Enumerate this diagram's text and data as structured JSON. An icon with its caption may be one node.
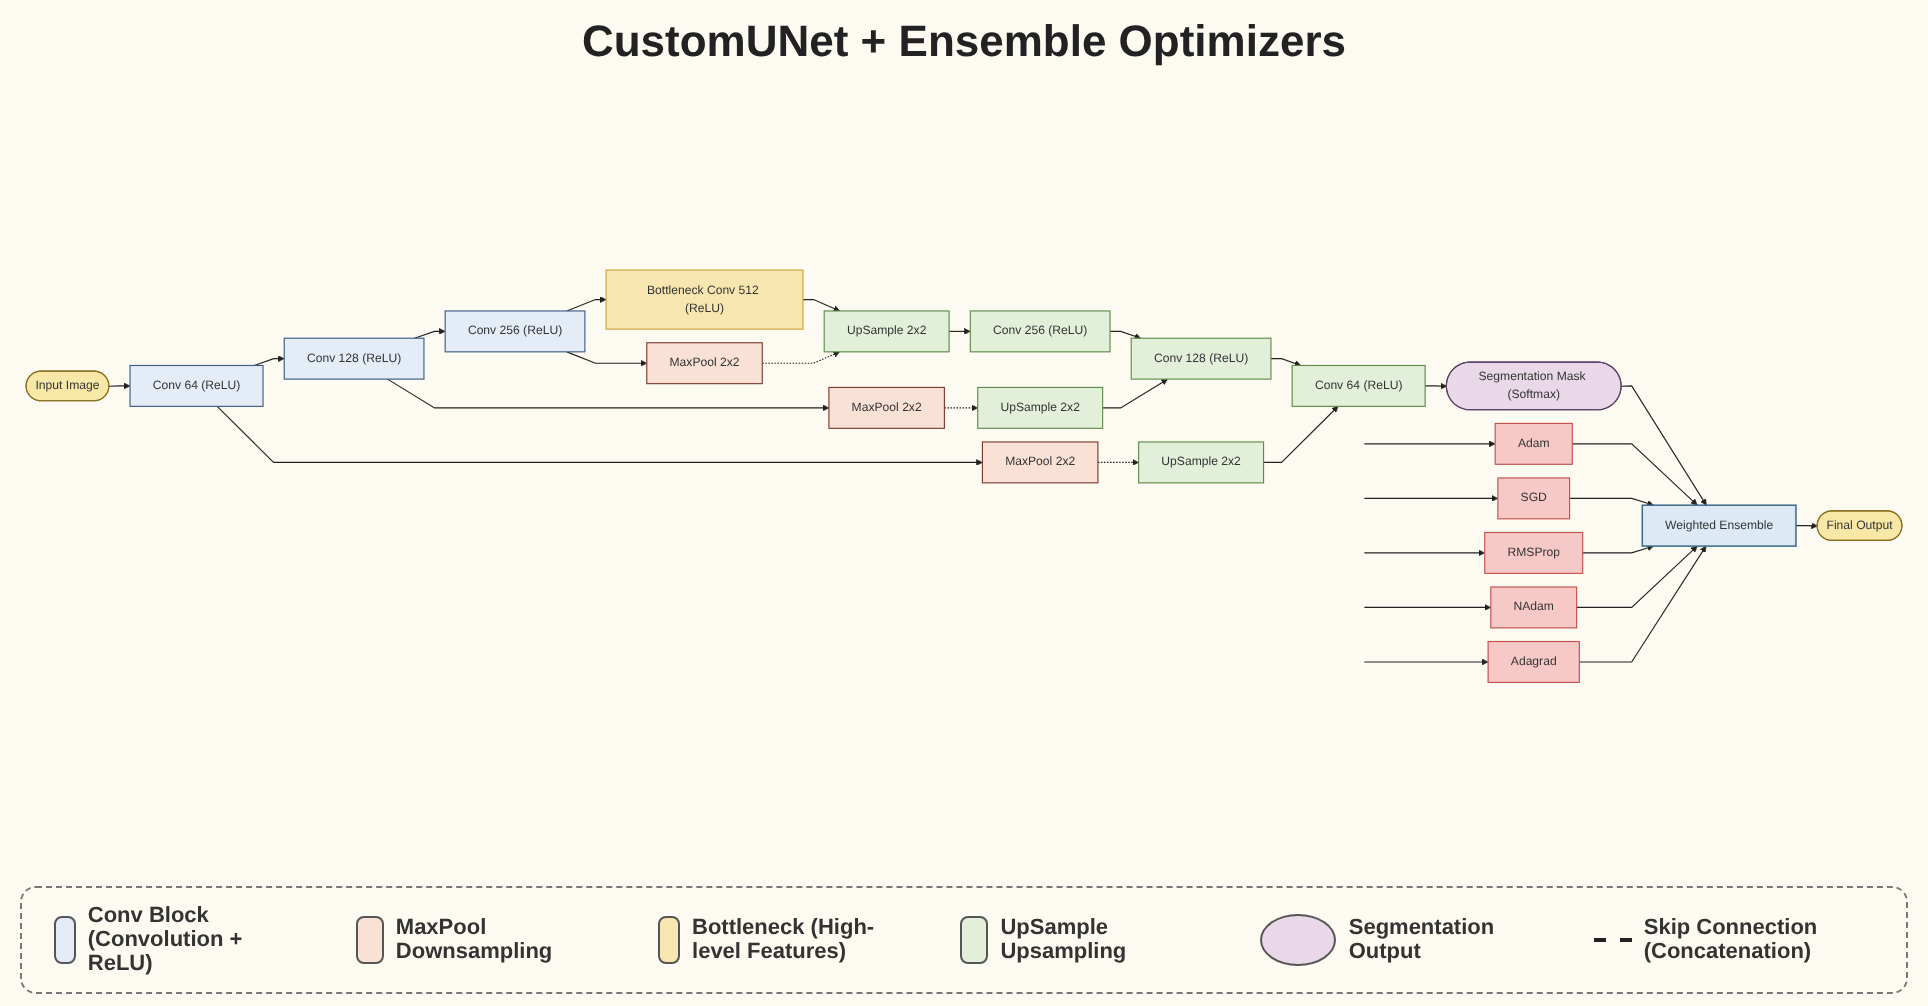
{
  "diagram": {
    "title": "CustomUNet + Ensemble Optimizers",
    "nodes": [
      {
        "text": [
          "Input Image"
        ]
      },
      {
        "text": [
          "Conv 64 (ReLU)"
        ]
      },
      {
        "text": [
          "MaxPool 2x2"
        ]
      },
      {
        "text": [
          "Conv 128 (ReLU)"
        ]
      },
      {
        "text": [
          "MaxPool 2x2"
        ]
      },
      {
        "text": [
          "Conv 256 (ReLU)"
        ]
      },
      {
        "text": [
          "MaxPool 2x2"
        ]
      },
      {
        "text": [
          "Bottleneck Conv 512 (ReLU)"
        ]
      },
      {
        "text": [
          "UpSample 2x2"
        ]
      },
      {
        "text": [
          "Conv 256 (ReLU)"
        ]
      },
      {
        "text": [
          "UpSample 2x2"
        ]
      },
      {
        "text": [
          "Conv 128 (ReLU)"
        ]
      },
      {
        "text": [
          "UpSample 2x2"
        ]
      },
      {
        "text": [
          "Conv 64 (ReLU)"
        ]
      },
      {
        "text": [
          "Segmentation Mask (Softmax)"
        ]
      },
      {
        "text": [
          "Adam"
        ]
      },
      {
        "text": [
          "SGD"
        ]
      },
      {
        "text": [
          "RMSProp"
        ]
      },
      {
        "text": [
          "NAdam"
        ]
      },
      {
        "text": [
          "Adagrad"
        ]
      },
      {
        "text": [
          "Weighted Ensemble"
        ]
      },
      {
        "text": [
          "Final Output"
        ]
      }
    ],
    "edges": [
      {
        "from": 0,
        "to": 1,
        "arrow": "to"
      },
      {
        "from": 1,
        "to": 2,
        "arrow": "to"
      },
      {
        "from": 1,
        "to": 3,
        "arrow": "to"
      },
      {
        "from": 3,
        "to": 4,
        "arrow": "to"
      },
      {
        "from": 3,
        "to": 5,
        "arrow": "to"
      },
      {
        "from": 5,
        "to": 6,
        "arrow": "to"
      },
      {
        "from": 5,
        "to": 7,
        "arrow": "to"
      },
      {
        "from": 7,
        "to": 8,
        "arrow": "to"
      },
      {
        "from": 8,
        "to": 9,
        "arrow": "to"
      },
      {
        "from": 9,
        "to": 11,
        "arrow": "to"
      },
      {
        "from": 10,
        "to": 11,
        "arrow": "to"
      },
      {
        "from": 11,
        "to": 13,
        "arrow": "to"
      },
      {
        "from": 12,
        "to": 13,
        "arrow": "to"
      },
      {
        "from": 13,
        "to": 14,
        "arrow": "to"
      },
      {
        "from": 2,
        "to": 12,
        "arrow": "to",
        "style": "dashed"
      },
      {
        "from": 4,
        "to": 10,
        "arrow": "to",
        "style": "dashed"
      },
      {
        "from": 6,
        "to": 8,
        "arrow": "to",
        "style": "dashed"
      },
      {
        "from": 14,
        "to": 20,
        "arrow": "to"
      },
      {
        "from": null,
        "to": 15,
        "arrow": "to"
      },
      {
        "from": null,
        "to": 16,
        "arrow": "to"
      },
      {
        "from": null,
        "to": 17,
        "arrow": "to"
      },
      {
        "from": null,
        "to": 18,
        "arrow": "to"
      },
      {
        "from": null,
        "to": 19,
        "arrow": "to"
      },
      {
        "from": 15,
        "to": 20,
        "arrow": "to"
      },
      {
        "from": 16,
        "to": 20,
        "arrow": "to"
      },
      {
        "from": 17,
        "to": 20,
        "arrow": "to"
      },
      {
        "from": 18,
        "to": 20,
        "arrow": "to"
      },
      {
        "from": 19,
        "to": 20,
        "arrow": "to"
      },
      {
        "from": 20,
        "to": 21,
        "arrow": "to"
      }
    ],
    "legend": [
      {
        "text": "Conv Block (Convolution + ReLU)",
        "color": "#e3ecf7"
      },
      {
        "text": "MaxPool Downsampling",
        "color": "#f9e1d6"
      },
      {
        "text": "Bottleneck (High-level Features)",
        "color": "#f8e6b0"
      },
      {
        "text": "UpSample Upsampling",
        "color": "#e2efd9"
      },
      {
        "text": "Segmentation Output",
        "color": "#e9d9e8"
      },
      {
        "text": "Skip Connection (Concatenation)"
      }
    ]
  }
}
